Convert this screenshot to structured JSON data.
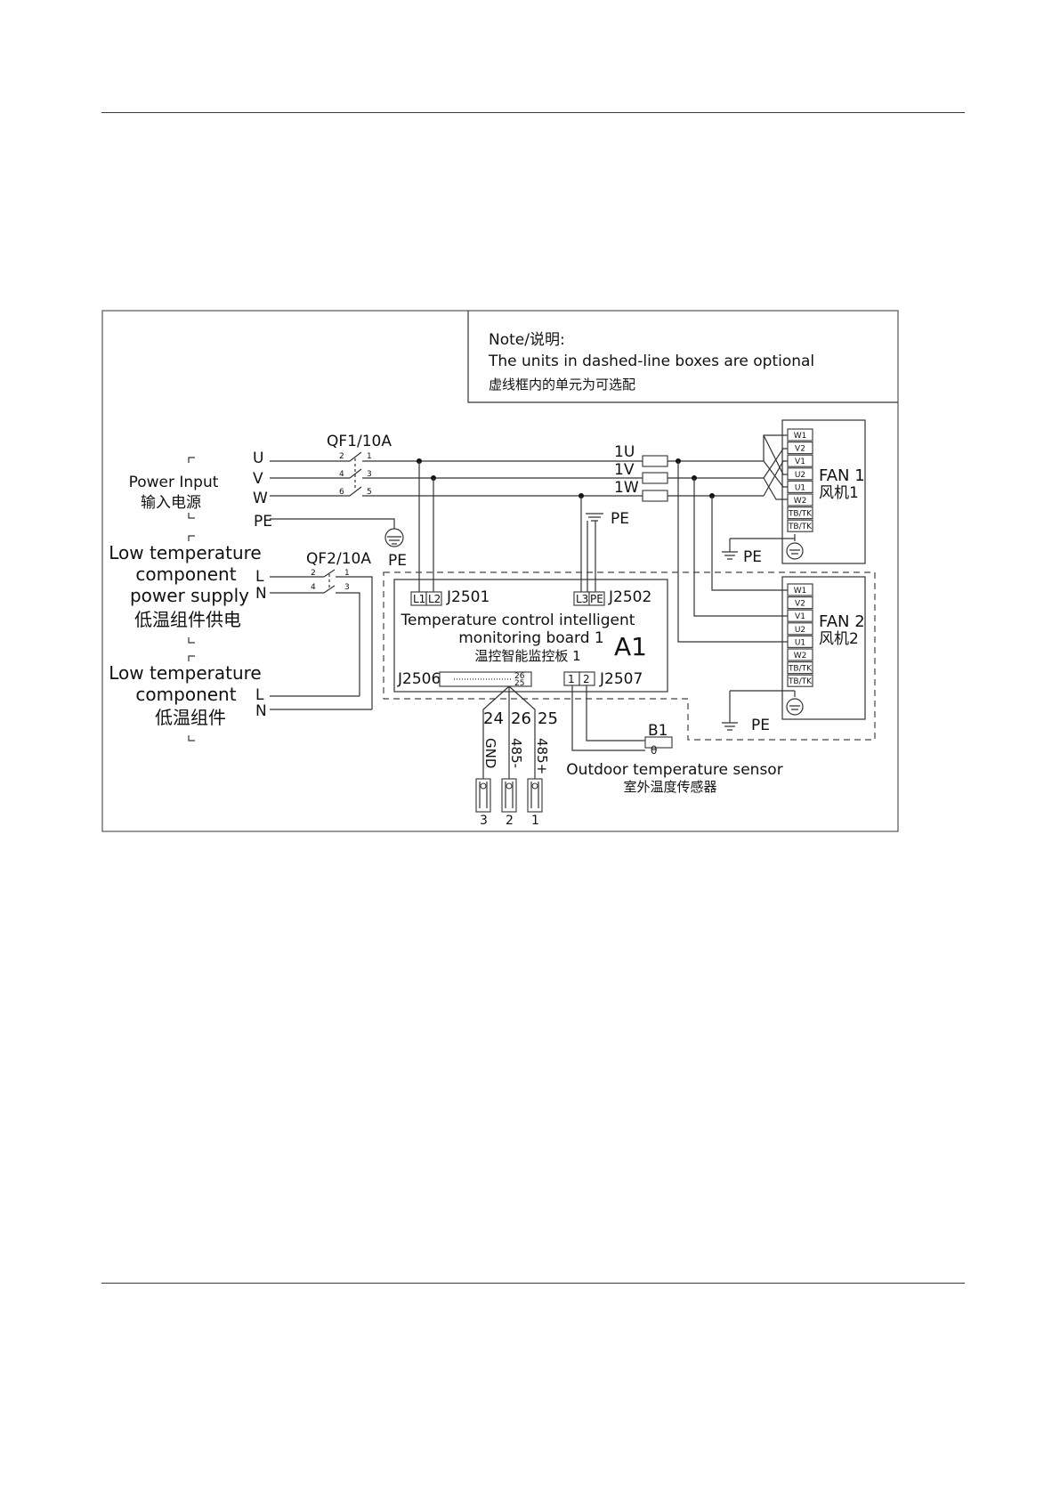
{
  "note": {
    "title": "Note/说明:",
    "line_en": "The units in dashed-line boxes are optional",
    "line_zh": "虚线框内的单元为可选配"
  },
  "power_input": {
    "label_en": "Power Input",
    "label_zh": "输入电源",
    "phases": [
      "U",
      "V",
      "W"
    ],
    "pe": "PE"
  },
  "breaker1": {
    "label": "QF1/10A",
    "pins": [
      "2",
      "1",
      "4",
      "3",
      "6",
      "5"
    ]
  },
  "breaker2": {
    "label": "QF2/10A",
    "pins": [
      "2",
      "1",
      "4",
      "3"
    ]
  },
  "low_temp_supply": {
    "line1": "Low temperature",
    "line2": "component",
    "line3": "power supply",
    "zh": "低温组件供电",
    "l": "L",
    "n": "N"
  },
  "low_temp_component": {
    "line1": "Low temperature",
    "line2": "component",
    "zh": "低温组件",
    "l": "L",
    "n": "N"
  },
  "pe_labels": {
    "pe_qf2": "PE",
    "pe_mid": "PE",
    "pe_fan1": "PE",
    "pe_fan2": "PE"
  },
  "outputs": [
    "1U",
    "1V",
    "1W"
  ],
  "fan1": {
    "label": "FAN 1",
    "zh": "风机1",
    "terminals": [
      "W1",
      "V2",
      "V1",
      "U2",
      "U1",
      "W2",
      "TB/TK",
      "TB/TK"
    ]
  },
  "fan2": {
    "label": "FAN 2",
    "zh": "风机2",
    "terminals": [
      "W1",
      "V2",
      "V1",
      "U2",
      "U1",
      "W2",
      "TB/TK",
      "TB/TK"
    ]
  },
  "board": {
    "j2501": "J2501",
    "j2501_pins": [
      "L1",
      "L2"
    ],
    "j2502": "J2502",
    "j2502_pins": [
      "L3",
      "PE"
    ],
    "title_en_1": "Temperature control intelligent",
    "title_en_2": "monitoring board 1",
    "title_zh": "温控智能监控板 1",
    "id": "A1",
    "j2506": "J2506",
    "j2506_pin_a": "26",
    "j2506_pin_b": "25",
    "j2507": "J2507",
    "j2507_pins": [
      "1",
      "2"
    ]
  },
  "comm": {
    "pins": [
      "24",
      "26",
      "25"
    ],
    "signals": [
      "GND",
      "485-",
      "485+"
    ],
    "terminal_numbers": [
      "3",
      "2",
      "1"
    ]
  },
  "sensor": {
    "id": "B1",
    "symbol": "θ",
    "label_en": "Outdoor temperature sensor",
    "label_zh": "室外温度传感器"
  }
}
